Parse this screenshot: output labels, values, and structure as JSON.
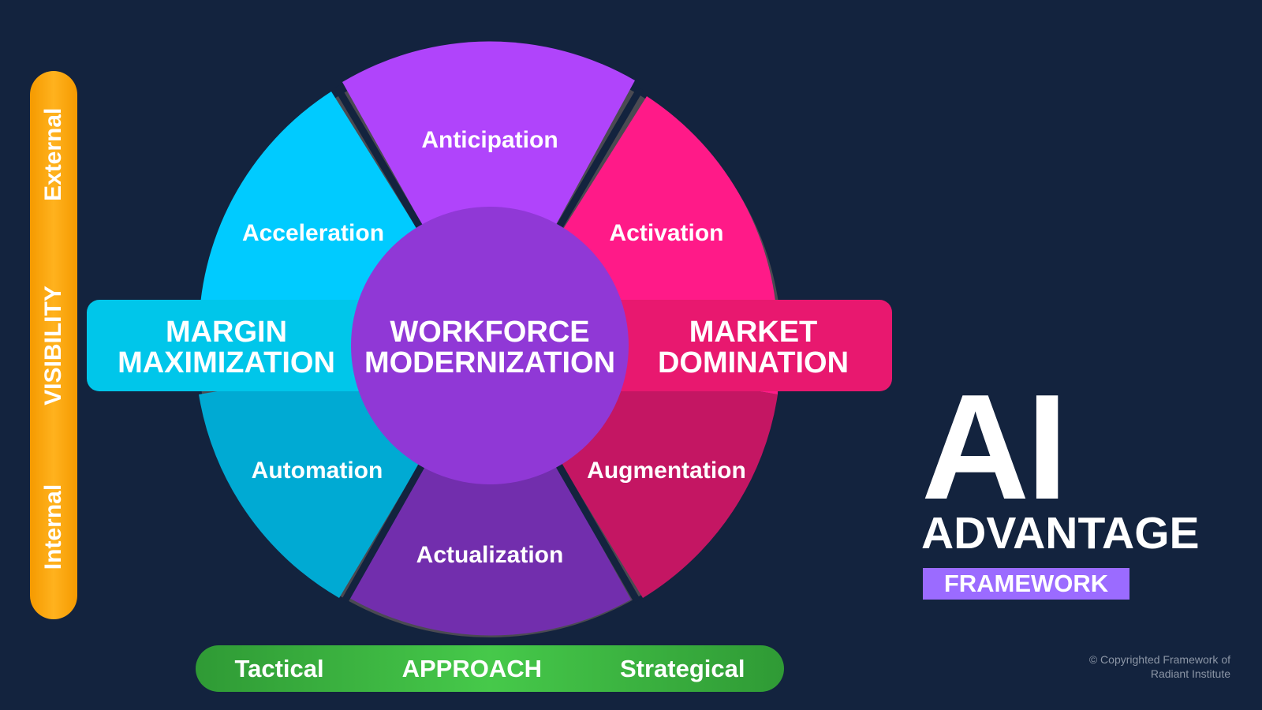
{
  "title": {
    "line1": "AI",
    "line2": "ADVANTAGE",
    "line3": "FRAMEWORK"
  },
  "visibility_axis": {
    "label": "VISIBILITY",
    "top": "External",
    "bottom": "Internal",
    "color": "#f9a10b"
  },
  "approach_axis": {
    "label": "APPROACH",
    "left": "Tactical",
    "right": "Strategical",
    "color": "#3dbb40"
  },
  "center": {
    "line1": "WORKFORCE",
    "line2": "MODERNIZATION",
    "color": "#9038d6"
  },
  "pillars": {
    "left": {
      "line1": "MARGIN",
      "line2": "MAXIMIZATION",
      "color": "#00c6ea"
    },
    "right": {
      "line1": "MARKET",
      "line2": "DOMINATION",
      "color": "#e8186f"
    }
  },
  "segments": [
    {
      "label": "Anticipation",
      "color": "#b044fb"
    },
    {
      "label": "Activation",
      "color": "#ff1a88"
    },
    {
      "label": "Augmentation",
      "color": "#c41663"
    },
    {
      "label": "Actualization",
      "color": "#722ead"
    },
    {
      "label": "Automation",
      "color": "#00aad3"
    },
    {
      "label": "Acceleration",
      "color": "#00cbff"
    }
  ],
  "copyright": {
    "line1": "© Copyrighted Framework of",
    "line2": "Radiant Institute"
  }
}
